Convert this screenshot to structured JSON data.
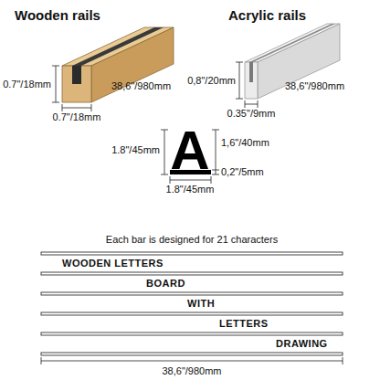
{
  "diagram": {
    "labels": [
      "Wooden rails",
      "Acrylic rails",
      "0.7\"/18mm",
      "38,6\"/980mm",
      "0.7\"/18mm",
      "0,8\"/20mm",
      "38,6\"/980mm",
      "0.35\"/9mm",
      "A",
      "1.8\"/45mm",
      "1,6\"/40mm",
      "0,2\"/5mm",
      "1.8\"/45mm",
      "Each bar is designed for 21 characters",
      "WOODEN LETTERS",
      "BOARD",
      "WITH",
      "LETTERS",
      "DRAWING",
      "38,6\"/980mm"
    ]
  }
}
